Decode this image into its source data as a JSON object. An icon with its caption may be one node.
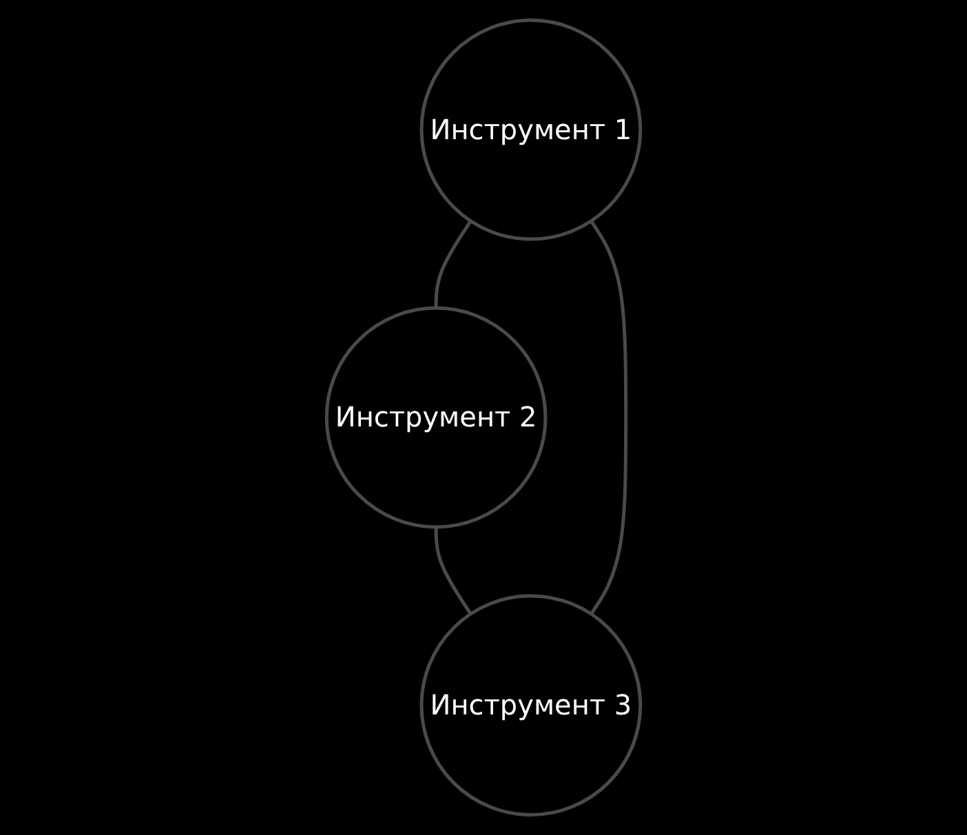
{
  "diagram": {
    "nodes": [
      {
        "text": [
          "Инструмент 1"
        ]
      },
      {
        "text": [
          "Инструмент 2"
        ]
      },
      {
        "text": [
          "Инструмент 3"
        ]
      }
    ],
    "edges": [
      {
        "from": 0,
        "to": 1,
        "arrow": "none"
      },
      {
        "from": 1,
        "to": 2,
        "arrow": "none"
      },
      {
        "from": 2,
        "to": 0,
        "arrow": "none"
      }
    ]
  }
}
